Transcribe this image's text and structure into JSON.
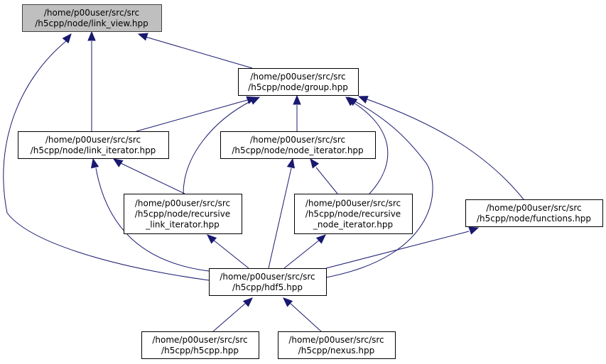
{
  "graph": {
    "type": "include-dependency-graph",
    "edge_color": "#191970",
    "root_fill": "#bfbfbf",
    "nodes": [
      {
        "id": "link_view",
        "lines": [
          "/home/p00user/src/src",
          "/h5cpp/node/link_view.hpp"
        ],
        "root": true
      },
      {
        "id": "group",
        "lines": [
          "/home/p00user/src/src",
          "/h5cpp/node/group.hpp"
        ]
      },
      {
        "id": "link_iterator",
        "lines": [
          "/home/p00user/src/src",
          "/h5cpp/node/link_iterator.hpp"
        ]
      },
      {
        "id": "node_iterator",
        "lines": [
          "/home/p00user/src/src",
          "/h5cpp/node/node_iterator.hpp"
        ]
      },
      {
        "id": "recursive_link_iterator",
        "lines": [
          "/home/p00user/src/src",
          "/h5cpp/node/recursive",
          "_link_iterator.hpp"
        ]
      },
      {
        "id": "recursive_node_iterator",
        "lines": [
          "/home/p00user/src/src",
          "/h5cpp/node/recursive",
          "_node_iterator.hpp"
        ]
      },
      {
        "id": "functions",
        "lines": [
          "/home/p00user/src/src",
          "/h5cpp/node/functions.hpp"
        ]
      },
      {
        "id": "hdf5",
        "lines": [
          "/home/p00user/src/src",
          "/h5cpp/hdf5.hpp"
        ]
      },
      {
        "id": "h5cpp",
        "lines": [
          "/home/p00user/src/src",
          "/h5cpp/h5cpp.hpp"
        ]
      },
      {
        "id": "nexus",
        "lines": [
          "/home/p00user/src/src",
          "/h5cpp/nexus.hpp"
        ]
      }
    ],
    "edges": [
      {
        "from": "group",
        "to": "link_view"
      },
      {
        "from": "link_iterator",
        "to": "link_view"
      },
      {
        "from": "hdf5",
        "to": "link_view"
      },
      {
        "from": "link_iterator",
        "to": "group"
      },
      {
        "from": "node_iterator",
        "to": "group"
      },
      {
        "from": "recursive_link_iterator",
        "to": "group"
      },
      {
        "from": "recursive_node_iterator",
        "to": "group"
      },
      {
        "from": "functions",
        "to": "group"
      },
      {
        "from": "hdf5",
        "to": "group"
      },
      {
        "from": "recursive_link_iterator",
        "to": "link_iterator"
      },
      {
        "from": "hdf5",
        "to": "link_iterator"
      },
      {
        "from": "recursive_node_iterator",
        "to": "node_iterator"
      },
      {
        "from": "hdf5",
        "to": "node_iterator"
      },
      {
        "from": "hdf5",
        "to": "recursive_link_iterator"
      },
      {
        "from": "hdf5",
        "to": "recursive_node_iterator"
      },
      {
        "from": "hdf5",
        "to": "functions"
      },
      {
        "from": "h5cpp",
        "to": "hdf5"
      },
      {
        "from": "nexus",
        "to": "hdf5"
      }
    ]
  }
}
